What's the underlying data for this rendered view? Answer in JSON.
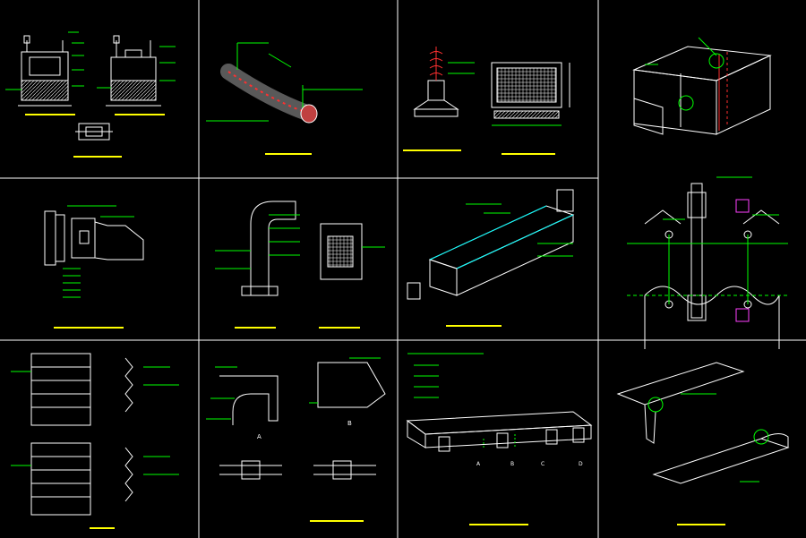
{
  "colors": {
    "background": "#000000",
    "line": "#ffffff",
    "leader": "#00ff00",
    "accent_red": "#ff3030",
    "accent_magenta": "#ff40ff",
    "title": "#ffff00",
    "cyan": "#00ffff"
  },
  "panels": {
    "p1": {
      "title": "",
      "sub_left": "",
      "sub_right": "",
      "bottom": ""
    },
    "p2": {
      "title": ""
    },
    "p3": {
      "title_left": "",
      "title_right": ""
    },
    "p4": {
      "title": ""
    },
    "p5": {
      "title": ""
    },
    "p6": {
      "title_left": "",
      "title_right": ""
    },
    "p7": {
      "title": ""
    },
    "p8": {
      "title": ""
    },
    "p9": {
      "title": ""
    },
    "p10": {
      "title": ""
    },
    "p11": {
      "title": ""
    }
  },
  "labels": {
    "p2_dim": "",
    "p3_dim": "",
    "p4_L": "",
    "p8_A": "A",
    "p8_B": "B",
    "p8_C": "C",
    "p8_D": "D",
    "p10_gl": "",
    "p10_items": [
      "",
      "",
      "",
      "",
      ""
    ],
    "p10_a": "",
    "p10_b": "",
    "p10_c": "",
    "p10_d": "",
    "p10_e": "",
    "p11_a": "A",
    "p11_b": "B",
    "p11_c": "",
    "p11_d": ""
  }
}
